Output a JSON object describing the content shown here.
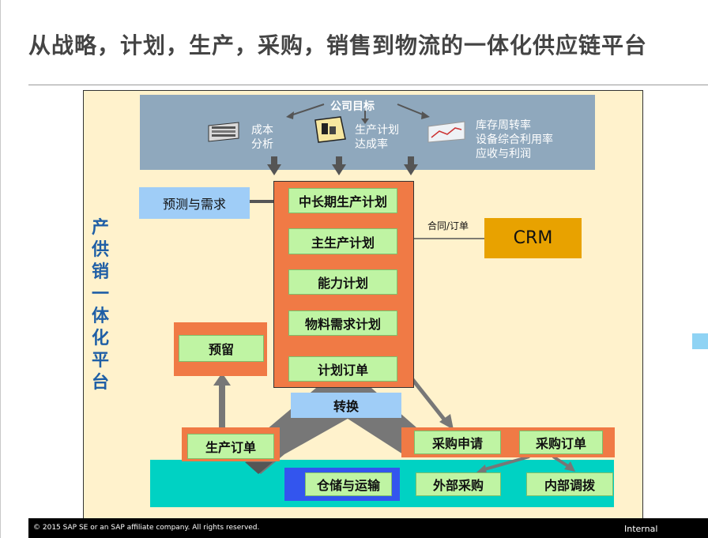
{
  "title": "从战略，计划，生产，采购，销售到物流的一体化供应链平台",
  "goals": {
    "title": "公司目标",
    "item1": "成本\n分析",
    "item2": "生产计划\n达成率",
    "item3": "库存周转率\n设备综合利用率\n应收与利润"
  },
  "side_label": "产供销一体化平台",
  "boxes": {
    "forecast": "预测与需求",
    "long_plan": "中长期生产计划",
    "master_plan": "主生产计划",
    "capacity": "能力计划",
    "mrp": "物料需求计划",
    "planned_order": "计划订单",
    "reservation": "预留",
    "convert": "转换",
    "prod_order": "生产订单",
    "purchase_req": "采购申请",
    "purchase_order": "采购订单",
    "warehouse": "仓储与运输",
    "external": "外部采购",
    "internal": "内部调拨",
    "crm": "CRM",
    "contract_label": "合同/订单"
  },
  "footer": {
    "copyright": "© 2015 SAP SE or an SAP affiliate company. All rights reserved.",
    "classification": "Internal"
  },
  "colors": {
    "goals_band": "#8fa8bd",
    "panel": "#fff2cc",
    "core": "#f07a45",
    "green_box": "#bff4a3",
    "cyan_band": "#00d2c3",
    "crm": "#e8a200",
    "side_label": "#1f5fa6"
  }
}
